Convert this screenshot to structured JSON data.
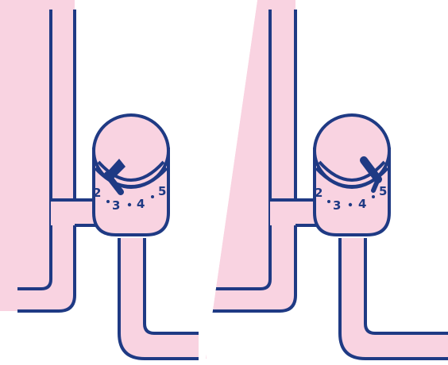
{
  "colors": {
    "fill": "#f9d3e1",
    "stroke": "#1f3a84",
    "background": "#ffffff"
  },
  "illustration": {
    "icon": "radiator-thermostatic-valve-icon",
    "panels": [
      {
        "name": "left",
        "dial_labels": [
          "2",
          "3",
          "4",
          "5"
        ]
      },
      {
        "name": "right",
        "dial_labels": [
          "2",
          "3",
          "4",
          "5"
        ]
      }
    ]
  }
}
